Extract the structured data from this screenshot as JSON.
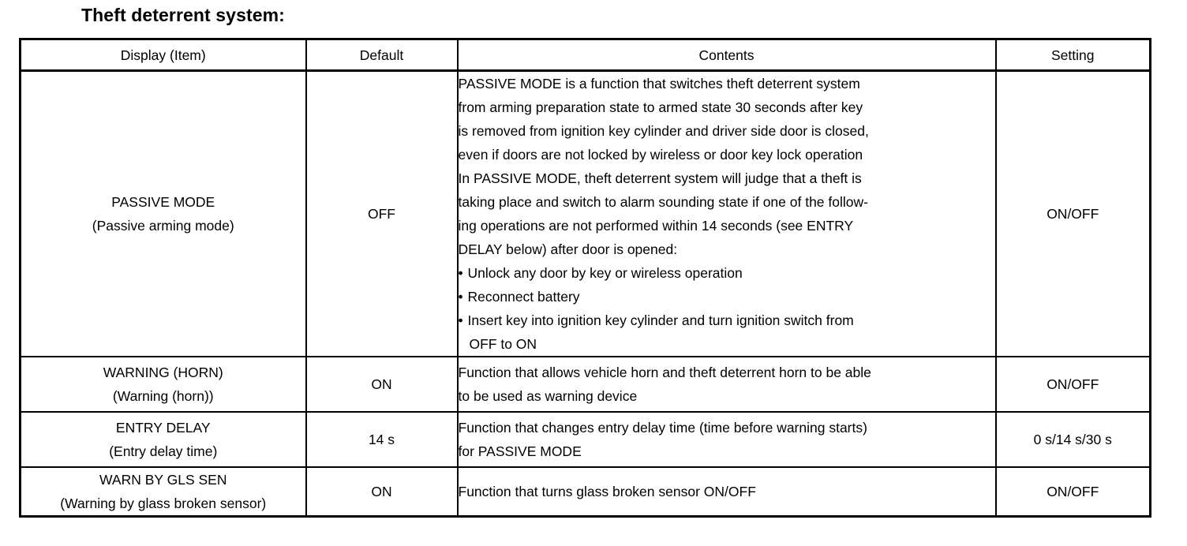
{
  "document": {
    "section_title": "Theft deterrent system:"
  },
  "table": {
    "headers": {
      "display": "Display (Item)",
      "default": "Default",
      "contents": "Contents",
      "setting": "Setting"
    },
    "rows": [
      {
        "display_main": "PASSIVE MODE",
        "display_sub": "(Passive arming mode)",
        "default": "OFF",
        "contents_lines": [
          "PASSIVE MODE is a function that switches theft deterrent system",
          "from arming preparation state to armed state 30 seconds after key",
          "is removed from ignition key cylinder and driver side door is closed,",
          "even if doors are not locked by wireless or door key lock operation",
          "In PASSIVE MODE, theft deterrent system will judge that a theft is",
          "taking place and switch to alarm sounding state if one of the follow-",
          "ing operations are not performed within 14 seconds (see ENTRY",
          "DELAY below) after door is opened:"
        ],
        "contents_bullets": [
          "Unlock any door by key or wireless operation",
          "Reconnect battery",
          "Insert key into ignition key cylinder and turn ignition switch from"
        ],
        "contents_bullet_continuation": "OFF to ON",
        "setting": "ON/OFF"
      },
      {
        "display_main": "WARNING (HORN)",
        "display_sub": "(Warning (horn))",
        "default": "ON",
        "contents_lines": [
          "Function that allows vehicle horn and theft deterrent horn to be able",
          "to be used as warning device"
        ],
        "contents_bullets": [],
        "contents_bullet_continuation": "",
        "setting": "ON/OFF"
      },
      {
        "display_main": "ENTRY DELAY",
        "display_sub": "(Entry delay time)",
        "default": "14 s",
        "contents_lines": [
          "Function that changes entry delay time (time before warning starts)",
          "for PASSIVE MODE"
        ],
        "contents_bullets": [],
        "contents_bullet_continuation": "",
        "setting": "0 s/14 s/30 s"
      },
      {
        "display_main": "WARN BY GLS SEN",
        "display_sub": "(Warning by glass broken sensor)",
        "default": "ON",
        "contents_lines": [
          "Function that turns glass broken sensor ON/OFF"
        ],
        "contents_bullets": [],
        "contents_bullet_continuation": "",
        "setting": "ON/OFF"
      }
    ]
  },
  "style": {
    "text_color": "#000000",
    "background": "#ffffff",
    "border_color": "#000000"
  }
}
